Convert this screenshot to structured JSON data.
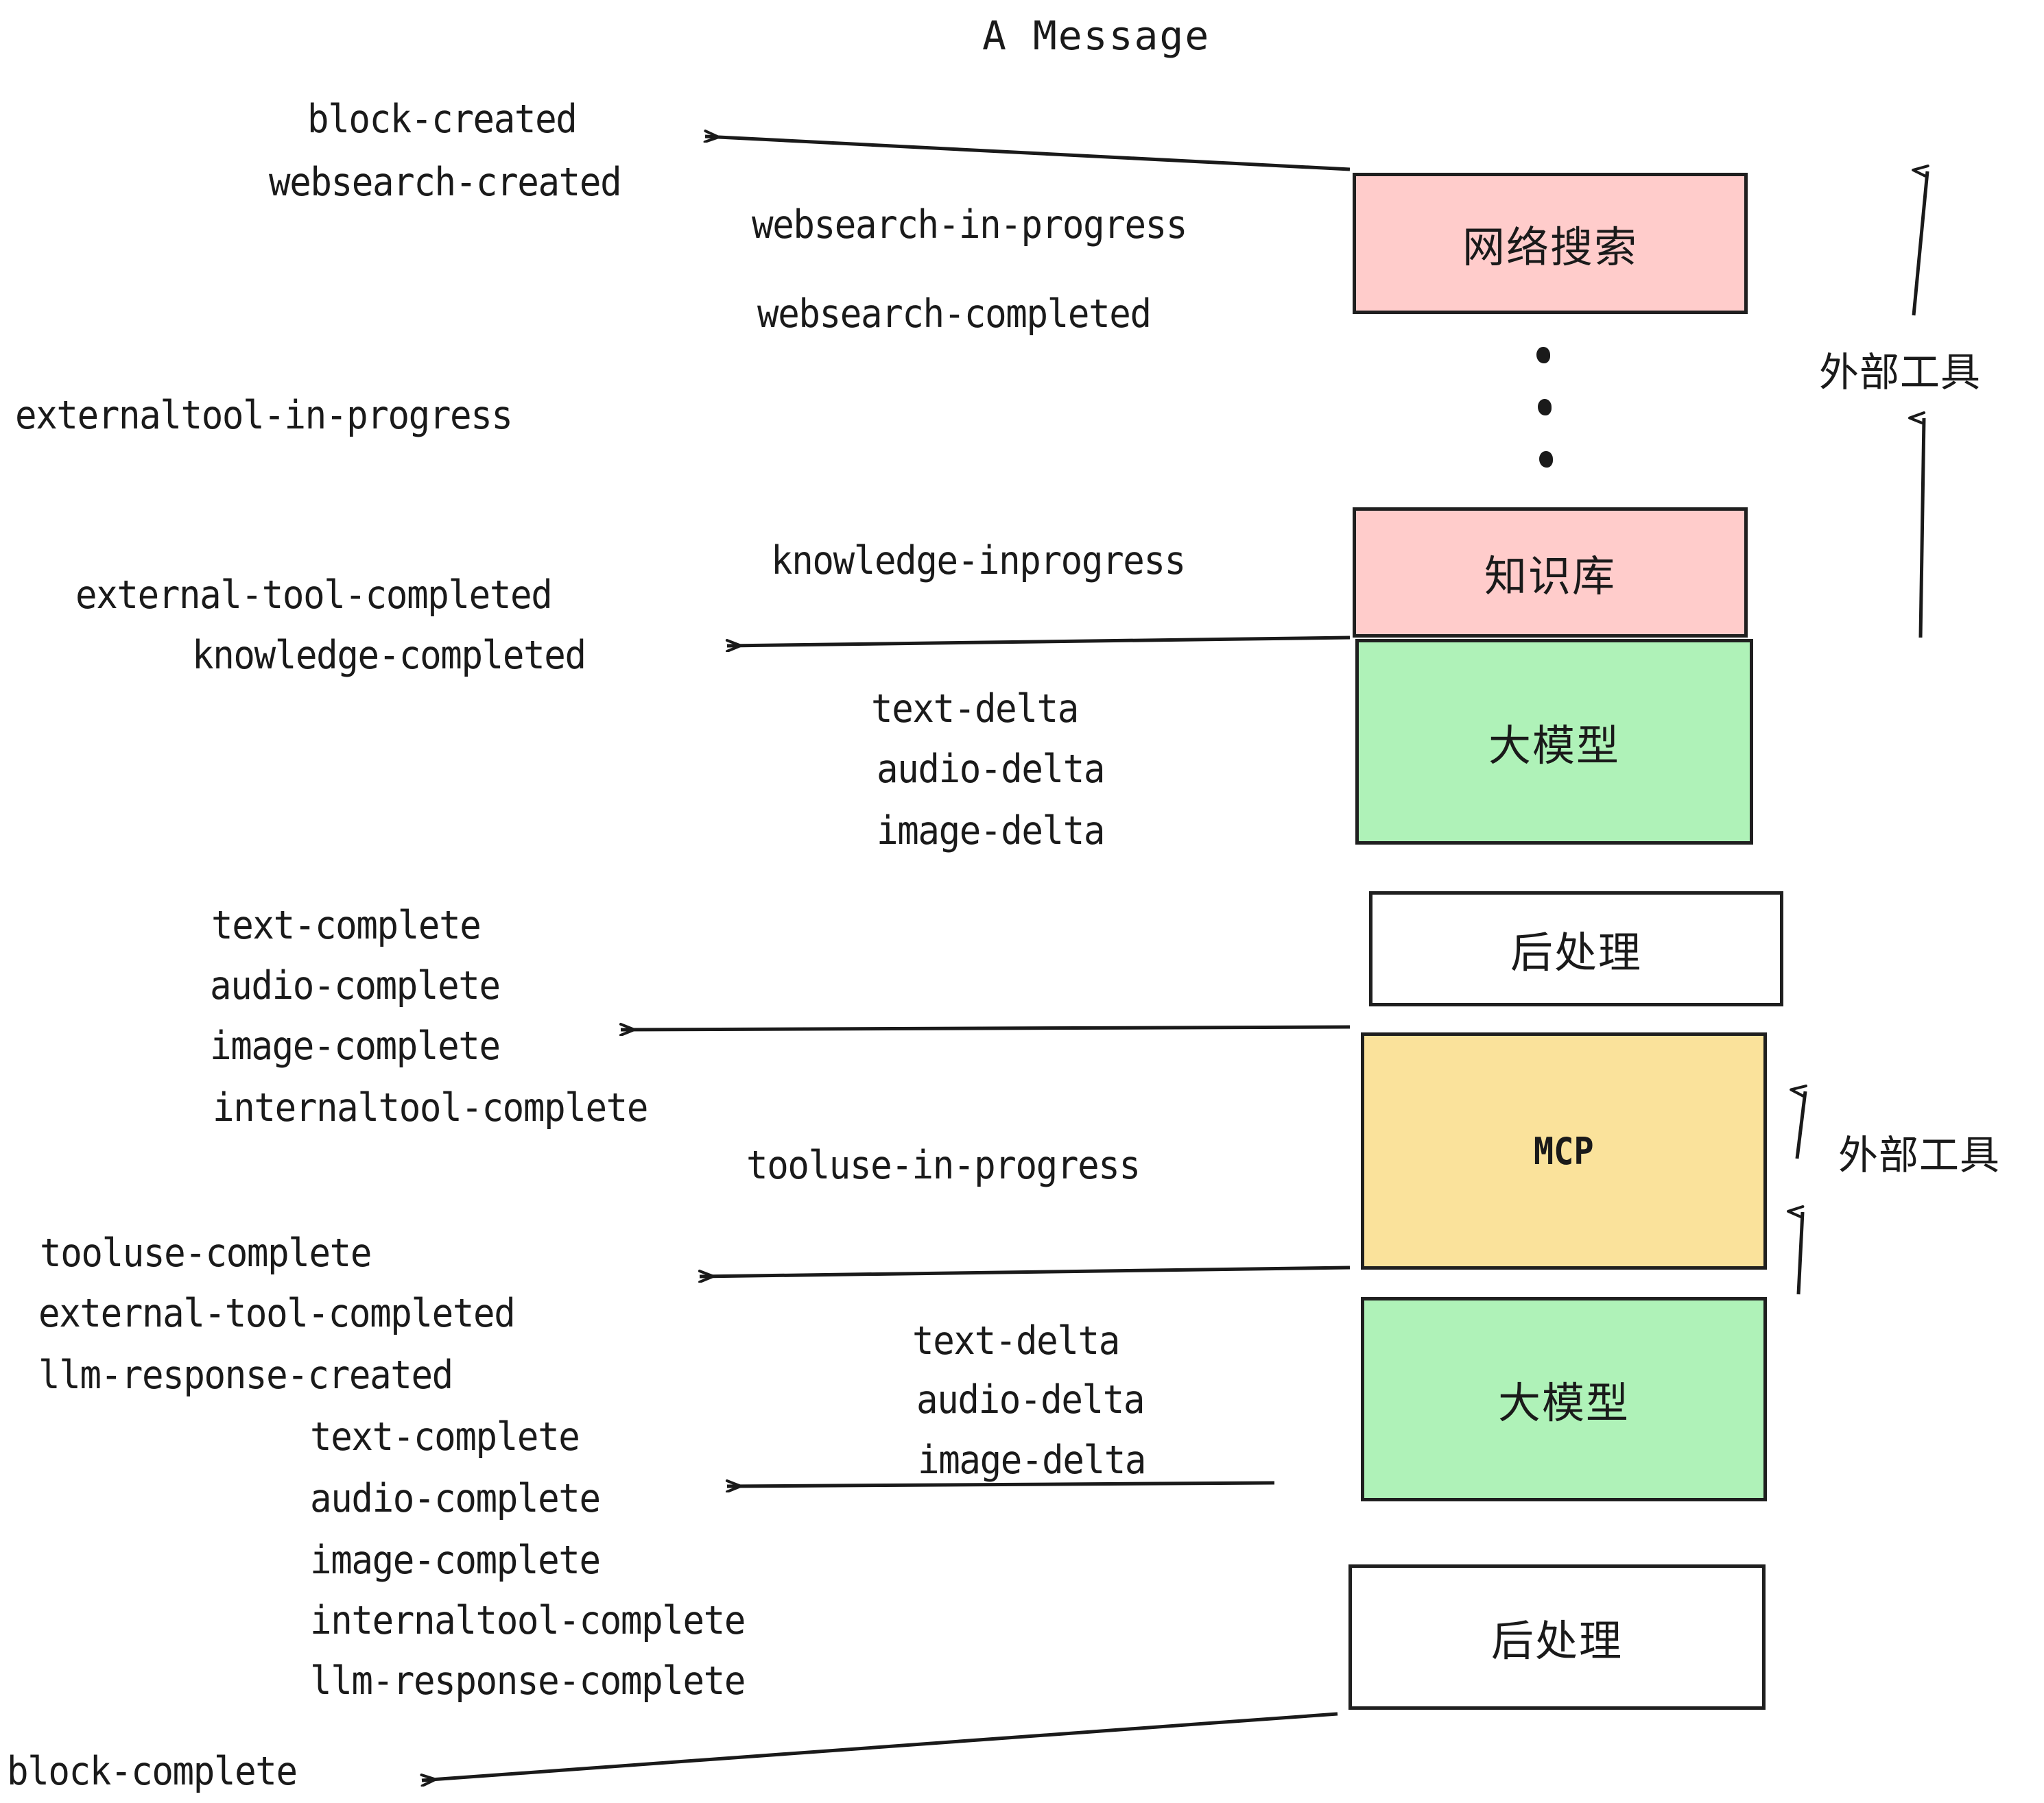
{
  "title": "A Message",
  "colors": {
    "pink": "#FFCCCB",
    "green": "#AFF2B8",
    "yellow": "#FAE29B",
    "white": "#FFFFFF",
    "stroke": "#1F1F1F",
    "text": "#1A1A1A",
    "background": "#FFFFFF"
  },
  "boxes": [
    {
      "label": "网络搜索",
      "fill": "pink"
    },
    {
      "label": "知识库",
      "fill": "pink"
    },
    {
      "label": "大模型",
      "fill": "green"
    },
    {
      "label": "后处理",
      "fill": "white"
    },
    {
      "label": "MCP",
      "fill": "yellow"
    },
    {
      "label": "大模型",
      "fill": "green"
    },
    {
      "label": "后处理",
      "fill": "white"
    }
  ],
  "side_labels": [
    {
      "text": "外部工具"
    },
    {
      "text": "外部工具"
    }
  ],
  "events": {
    "block_created": "block-created",
    "websearch_created": "websearch-created",
    "websearch_in_progress": "websearch-in-progress",
    "websearch_completed": "websearch-completed",
    "externaltool_in_progress": "externaltool-in-progress",
    "knowledge_inprogress": "knowledge-inprogress",
    "external_tool_completed_1": "external-tool-completed",
    "knowledge_completed": "knowledge-completed",
    "text_delta_1": "text-delta",
    "audio_delta_1": "audio-delta",
    "image_delta_1": "image-delta",
    "text_complete_1": "text-complete",
    "audio_complete_1": "audio-complete",
    "image_complete_1": "image-complete",
    "internaltool_complete_1": "internaltool-complete",
    "tooluse_in_progress": "tooluse-in-progress",
    "tooluse_complete": "tooluse-complete",
    "external_tool_completed_2": "external-tool-completed",
    "llm_response_created": "llm-response-created",
    "text_delta_2": "text-delta",
    "audio_delta_2": "audio-delta",
    "image_delta_2": "image-delta",
    "text_complete_2": "text-complete",
    "audio_complete_2": "audio-complete",
    "image_complete_2": "image-complete",
    "internaltool_complete_2": "internaltool-complete",
    "llm_response_complete": "llm-response-complete",
    "block_complete": "block-complete"
  }
}
